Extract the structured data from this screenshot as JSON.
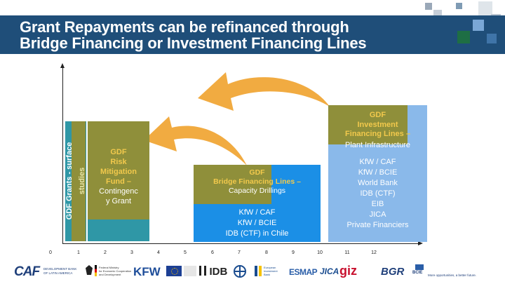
{
  "title": {
    "line1": "Grant Repayments can be refinanced through",
    "line2": "Bridge Financing or Investment Financing Lines"
  },
  "axis": {
    "ticks": [
      "0",
      "1",
      "2",
      "3",
      "4",
      "5",
      "6",
      "7",
      "8",
      "9",
      "10",
      "11",
      "12"
    ]
  },
  "boxes": {
    "grants": {
      "label": "GDF Grants - surface",
      "label2": "studies"
    },
    "risk": {
      "line1": "GDF",
      "line2": "Risk",
      "line3": "Mitigation",
      "line4": "Fund –",
      "line5": "Contingenc",
      "line6": "y Grant"
    },
    "bridge": {
      "line1": "GDF",
      "line2": "Bridge Financing Lines –",
      "line3": "Capacity Drillings",
      "lenders": [
        "KfW / CAF",
        "KfW / BCIE",
        "IDB (CTF) in Chile"
      ]
    },
    "investment": {
      "line1": "GDF",
      "line2": "Investment",
      "line3": "Financing Lines –",
      "line4": "Plant Infrastructure",
      "lenders": [
        "KfW / CAF",
        "KfW / BCIE",
        "World Bank",
        "IDB (CTF)",
        "EIB",
        "JICA",
        "Private Financiers"
      ]
    }
  },
  "colors": {
    "title_bg": "#1f4e79",
    "teal": "#2f97a6",
    "olive": "#8f8f3a",
    "blue": "#1b8fe6",
    "light_blue": "#8ab9ea",
    "arrow": "#f0a22c"
  },
  "logos": {
    "caf": "CAF",
    "caf_sub1": "DEVELOPMENT BANK",
    "caf_sub2": "OF LATIN AMERICA",
    "bmz1": "Federal Ministry",
    "bmz2": "for Economic Cooperation",
    "bmz3": "and Development",
    "kfw": "KFW",
    "idb": "IDB",
    "eib1": "European",
    "eib2": "Investment",
    "eib3": "Bank",
    "esmap": "ESMAP",
    "jica": "JICA",
    "giz": "giz",
    "bgr": "BGR",
    "bcie": "BCIE",
    "bcie_tag": "More opportunities, a better future."
  }
}
